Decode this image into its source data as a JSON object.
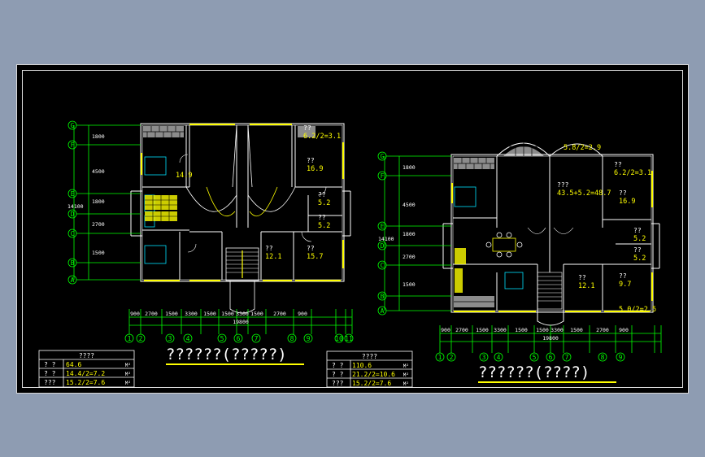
{
  "colors": {
    "background": "#000000",
    "wall": "#ffffff",
    "yellow": "#ffff00",
    "green": "#00ff00",
    "cyan": "#00e0ff",
    "magenta": "#ff40ff",
    "frame": "#e0e0e0",
    "desktop": "#8e9cb2"
  },
  "plan_left": {
    "grid_row_labels": [
      "G",
      "F",
      "E",
      "D",
      "C",
      "B",
      "A"
    ],
    "row_dims": [
      "1800",
      "4500",
      "1800",
      "2700",
      "1500"
    ],
    "total_dim": "14100",
    "col_dims": [
      "900",
      "2700",
      "1500",
      "3300",
      "1500",
      "1500",
      "3300",
      "1500",
      "2700",
      "900"
    ],
    "overall_width": "19800",
    "col_labels": [
      "1",
      "2",
      "3",
      "4",
      "5",
      "6",
      "7",
      "8",
      "9",
      "10",
      "11"
    ],
    "room_labels": [
      {
        "name": "??",
        "area": "6.2/2=3.1"
      },
      {
        "name": "??",
        "area": "16.9"
      },
      {
        "name": "??",
        "area": "5.2"
      },
      {
        "name": "??",
        "area": "5.2"
      },
      {
        "name": "??",
        "area": "12.1"
      },
      {
        "name": "??",
        "area": "15.7"
      },
      {
        "name": "",
        "area": "14.9"
      }
    ],
    "title": "??????(?????)",
    "summary": {
      "header": "????",
      "rows": [
        {
          "label": "? ?",
          "value": "64.6",
          "unit": "M²"
        },
        {
          "label": "? ?",
          "value": "14.4/2=7.2",
          "unit": "M²"
        },
        {
          "label": "???",
          "value": "15.2/2=7.6",
          "unit": "M²"
        }
      ]
    }
  },
  "plan_right": {
    "grid_row_labels": [
      "G",
      "F",
      "E",
      "D",
      "C",
      "B",
      "A"
    ],
    "row_dims": [
      "1800",
      "4500",
      "1800",
      "2700",
      "1500"
    ],
    "total_dim": "14100",
    "col_dims": [
      "900",
      "2700",
      "1500",
      "3300",
      "1500",
      "1500",
      "3300",
      "1500",
      "2700",
      "900"
    ],
    "overall_width": "19800",
    "col_labels": [
      "1",
      "2",
      "3",
      "4",
      "5",
      "6",
      "7",
      "8",
      "9"
    ],
    "room_labels": [
      {
        "name": "",
        "area": "5.8/2=2.9"
      },
      {
        "name": "??",
        "area": "6.2/2=3.1"
      },
      {
        "name": "???",
        "area": "43.5+5.2=48.7"
      },
      {
        "name": "??",
        "area": "16.9"
      },
      {
        "name": "??",
        "area": "5.2"
      },
      {
        "name": "??",
        "area": "5.2"
      },
      {
        "name": "??",
        "area": "12.1"
      },
      {
        "name": "??",
        "area": "9.7"
      },
      {
        "name": "",
        "area": "5.0/2=2.5"
      }
    ],
    "title": "??????(????)",
    "summary": {
      "header": "????",
      "rows": [
        {
          "label": "? ?",
          "value": "110.6",
          "unit": "M²"
        },
        {
          "label": "? ?",
          "value": "21.2/2=10.6",
          "unit": "M²"
        },
        {
          "label": "???",
          "value": "15.2/2=7.6",
          "unit": "M²"
        }
      ]
    }
  }
}
